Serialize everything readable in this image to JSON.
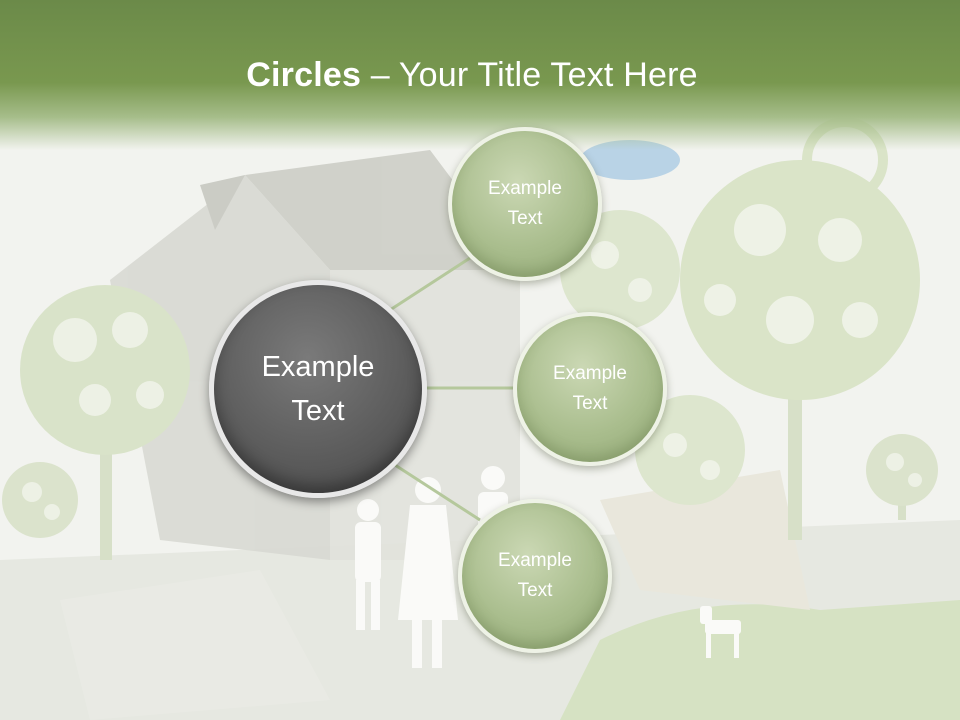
{
  "title": {
    "bold": "Circles",
    "rest": " – Your Title Text Here"
  },
  "center_circle": {
    "text": "Example\nText"
  },
  "satellite_circles": [
    {
      "text": "Example\nText"
    },
    {
      "text": "Example\nText"
    },
    {
      "text": "Example\nText"
    }
  ],
  "colors": {
    "header": "#79984f",
    "satellite_fill": "#a9bd8d",
    "center_fill": "#5d5d5d",
    "connector": "#b5c89c"
  }
}
